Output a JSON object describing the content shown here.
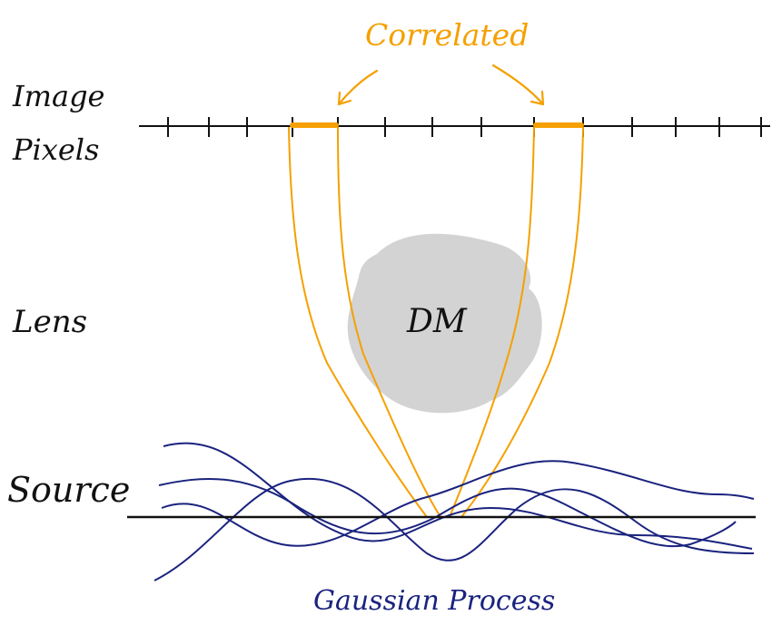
{
  "labels": {
    "image_pixels_line1": "Image",
    "image_pixels_line2": "Pixels",
    "lens": "Lens",
    "source": "Source",
    "correlated": "Correlated",
    "dm": "DM",
    "gaussian_process": "Gaussian Process"
  },
  "colors": {
    "axis": "#111111",
    "orange": "#f5a000",
    "blue": "#1a237e",
    "blob": "#d3d3d3"
  },
  "icons": {
    "blob": "dark-matter-blob",
    "arrows": "curved-arrow"
  }
}
